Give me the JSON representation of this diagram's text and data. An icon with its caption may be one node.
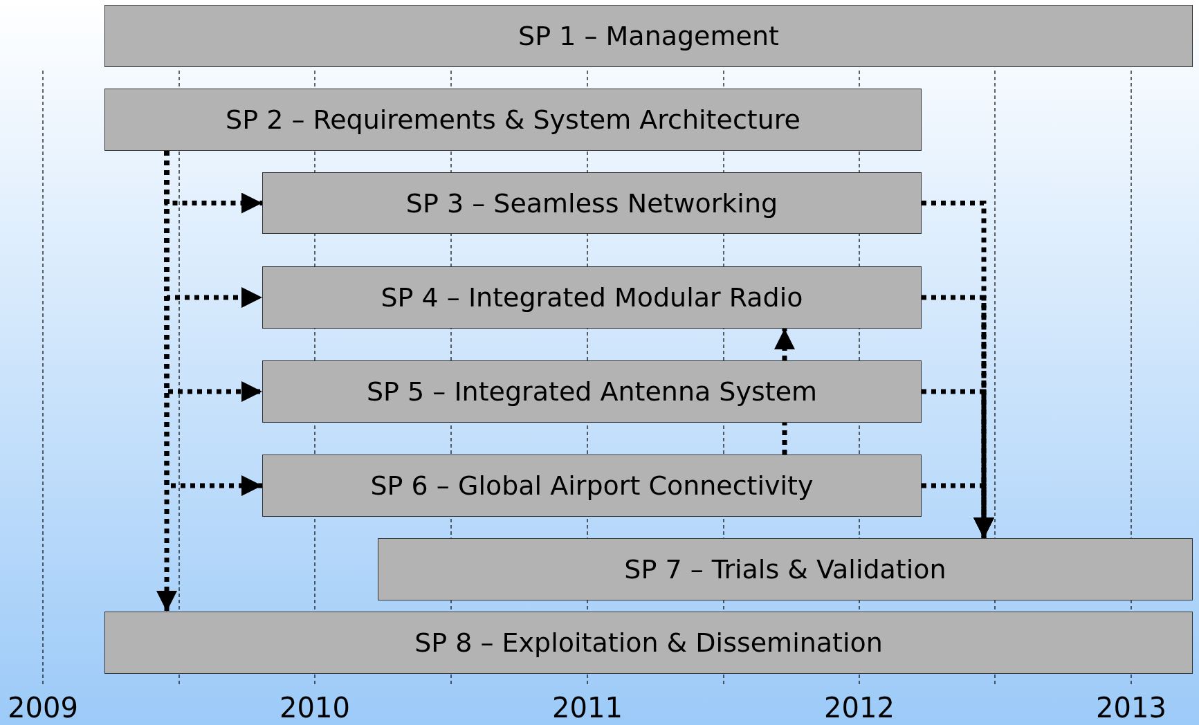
{
  "diagram": {
    "nodes": [
      {
        "text": [
          "SP 1 – Management"
        ]
      },
      {
        "text": [
          "SP 2 – Requirements & System Architecture"
        ]
      },
      {
        "text": [
          "SP 3 – Seamless Networking"
        ]
      },
      {
        "text": [
          "SP 4 – Integrated Modular Radio"
        ]
      },
      {
        "text": [
          "SP 5 – Integrated Antenna System"
        ]
      },
      {
        "text": [
          "SP 6 – Global Airport Connectivity"
        ]
      },
      {
        "text": [
          "SP 7 – Trials & Validation"
        ]
      },
      {
        "text": [
          "SP 8 – Exploitation & Dissemination"
        ]
      }
    ],
    "edges": [
      {
        "from": 1,
        "to": 7,
        "arrow": "to",
        "style": "dashed"
      },
      {
        "from": 1,
        "to": 2,
        "arrow": "to",
        "style": "dashed"
      },
      {
        "from": 1,
        "to": 3,
        "arrow": "to",
        "style": "dashed"
      },
      {
        "from": 1,
        "to": 4,
        "arrow": "to",
        "style": "dashed"
      },
      {
        "from": 1,
        "to": 5,
        "arrow": "to",
        "style": "dashed"
      },
      {
        "from": 5,
        "to": 4,
        "arrow": "none",
        "style": "dashed"
      },
      {
        "from": 4,
        "to": 3,
        "arrow": "to",
        "style": "dashed"
      },
      {
        "from": 2,
        "to": 6,
        "arrow": "to",
        "style": "dashed"
      },
      {
        "from": 3,
        "to": 6,
        "arrow": "to",
        "style": "dashed"
      },
      {
        "from": 4,
        "to": 6,
        "arrow": "to",
        "style": "dashed"
      },
      {
        "from": 5,
        "to": 6,
        "arrow": "to",
        "style": "dashed"
      }
    ],
    "labels": [
      "2009",
      "2010",
      "2011",
      "2012",
      "2013"
    ]
  }
}
